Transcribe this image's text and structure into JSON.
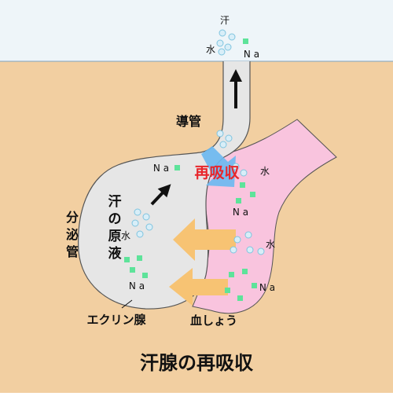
{
  "title": "汗腺の再吸収",
  "labels": {
    "sweat_top": "汗",
    "water_top": "水",
    "na_top": "N a",
    "duct": "導管",
    "na_in_gland_upper": "N a",
    "reabsorption": "再吸収",
    "sweat_fluid": "汗の原液",
    "water_in_gland": "水",
    "na_in_gland_lower": "N a",
    "secretory_duct": "分泌管",
    "eccrine_gland": "エクリン腺",
    "blood": "血しょう",
    "water_blood_upper": "水",
    "na_blood_upper": "N a",
    "water_blood_lower": "水",
    "na_blood_lower": "N a"
  },
  "colors": {
    "sky": "#eef5f9",
    "skin": "#f2cfa1",
    "gland_fill": "#e6e6e6",
    "blood_fill": "#f9c4de",
    "water_drop": "#d8eef8",
    "sodium": "#5ee39a",
    "reabsorb_arrow": "#6cb8f0",
    "transfer_arrow": "#f7c373",
    "reabsorb_text": "#e8262b"
  }
}
